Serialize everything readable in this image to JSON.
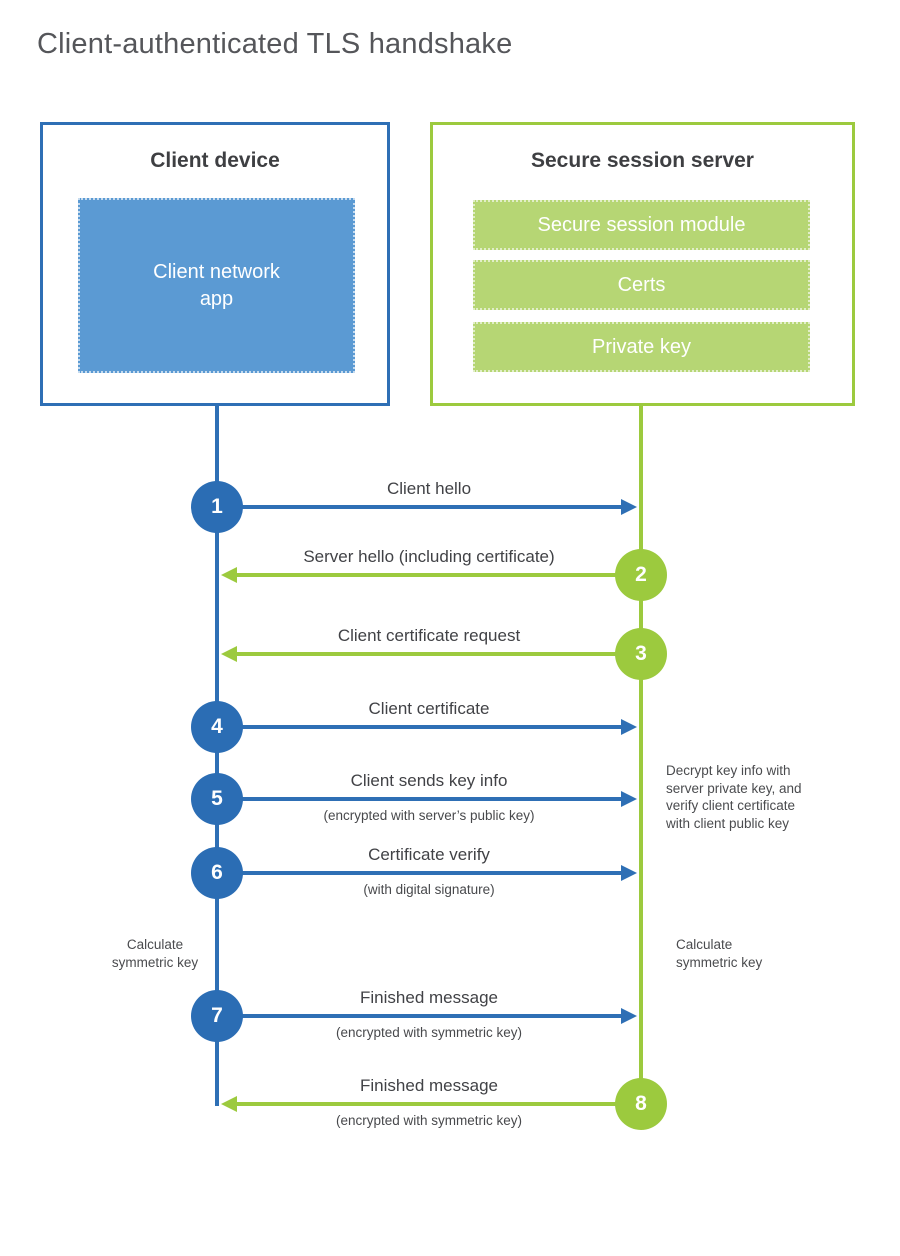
{
  "title": "Client-authenticated TLS handshake",
  "colors": {
    "blue": "#2e6fb5",
    "blue_fill": "#5b9ad3",
    "green": "#9cca3e",
    "green_fill": "#b6d674",
    "heading_text": "#3e3f42",
    "label_text": "#414246"
  },
  "client": {
    "heading": "Client device",
    "app_label": "Client network\napp"
  },
  "server": {
    "heading": "Secure session server",
    "modules": [
      "Secure session module",
      "Certs",
      "Private key"
    ]
  },
  "messages": [
    {
      "num": "1",
      "label": "Client hello",
      "direction": "right",
      "color": "blue"
    },
    {
      "num": "2",
      "label": "Server hello (including certificate)",
      "direction": "left",
      "color": "green"
    },
    {
      "num": "3",
      "label": "Client certificate request",
      "direction": "left",
      "color": "green"
    },
    {
      "num": "4",
      "label": "Client certificate",
      "direction": "right",
      "color": "blue"
    },
    {
      "num": "5",
      "label": "Client sends key info",
      "sub": "(encrypted with server’s public key)",
      "direction": "right",
      "color": "blue"
    },
    {
      "num": "6",
      "label": "Certificate verify",
      "sub": "(with digital signature)",
      "direction": "right",
      "color": "blue"
    },
    {
      "num": "7",
      "label": "Finished message",
      "sub": "(encrypted with symmetric key)",
      "direction": "right",
      "color": "blue"
    },
    {
      "num": "8",
      "label": "Finished message",
      "sub": "(encrypted with symmetric key)",
      "direction": "left",
      "color": "green"
    }
  ],
  "notes": {
    "decrypt": "Decrypt key info with\nserver private key, and\nverify client certificate\nwith client public key",
    "calc_left": "Calculate\nsymmetric key",
    "calc_right": "Calculate\nsymmetric key"
  }
}
